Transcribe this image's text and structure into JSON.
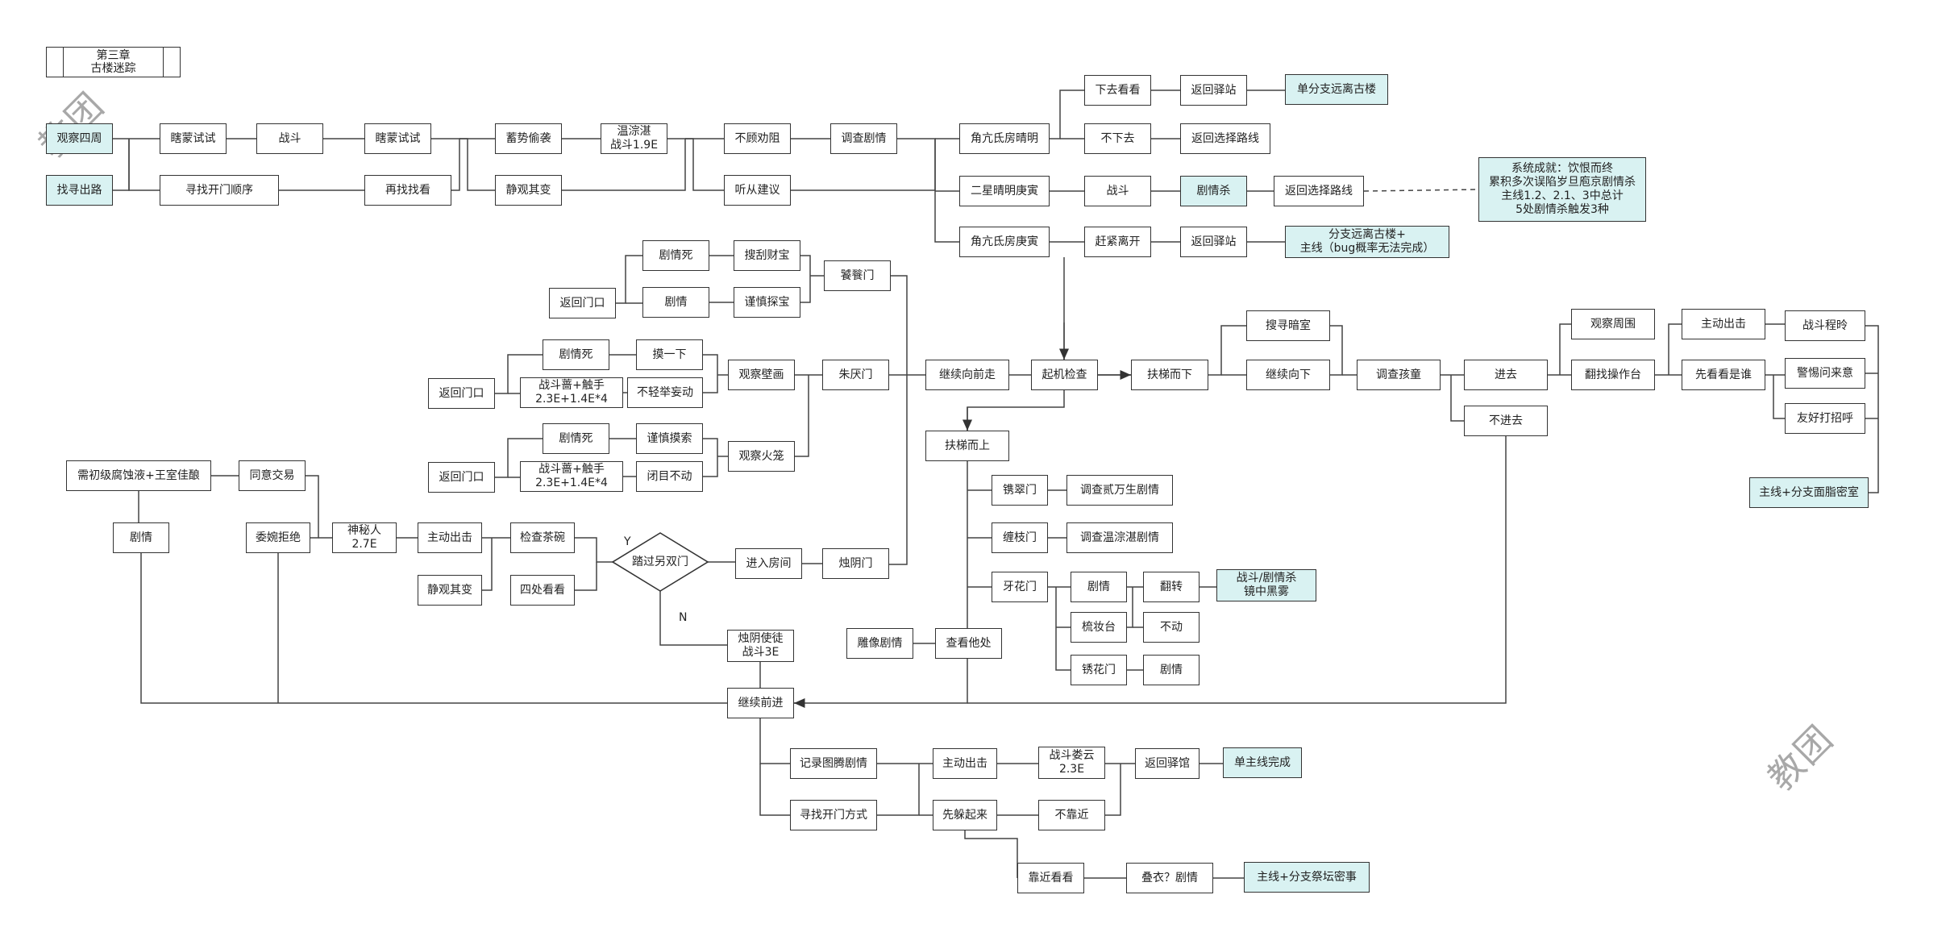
{
  "title": "第三章\n古楼迷踪",
  "watermark": "教团",
  "nodes": {
    "guancha": "观察四周",
    "zhaoxun": "找寻出路",
    "mengA": "瞎蒙试试",
    "zhandou1": "战斗",
    "mengB": "瞎蒙试试",
    "xunzhao": "寻找开门顺序",
    "zaizhao": "再找找看",
    "xushi": "蓄势偷袭",
    "wenzong": "温淙湛\n战斗1.9E",
    "jingguan1": "静观其变",
    "bugu": "不顾劝阻",
    "tingcong": "听从建议",
    "diaocha1": "调查剧情",
    "jiaokang": "角亢氐房晴明",
    "erxing": "二星晴明庚寅",
    "jiaokang2": "角亢氐房庚寅",
    "xiaqu": "下去看看",
    "buxiaqu": "不下去",
    "zhandou2": "战斗",
    "ganjin": "赶紧离开",
    "fanhui1": "返回驿站",
    "fanhui2": "返回选择路线",
    "jqs1": "剧情杀",
    "fanhui3": "返回选择路线",
    "fanhui4": "返回驿站",
    "dan": "单分支远离古楼",
    "fenzhi": "分支远离古楼+\n主线（bug概率无法完成）",
    "system": "系统成就：饮恨而终\n累积多次误陷岁旦庖京剧情杀\n主线1.2、2.1、3中总计\n5处剧情杀触发3种",
    "jqsi1": "剧情死",
    "jq1": "剧情",
    "fhmk1": "返回门口",
    "souguan": "搜刮财宝",
    "jinshen": "谨慎探宝",
    "tiecan": "饕餮门",
    "jqsi2": "剧情死",
    "zdc1": "战斗蔷+触手\n2.3E+1.4E*4",
    "fhmk2": "返回门口",
    "moyi": "摸一下",
    "buqing": "不轻举妄动",
    "guanbi": "观察壁画",
    "zhuyan": "朱厌门",
    "jqsi3": "剧情死",
    "zdc2": "战斗蔷+触手\n2.3E+1.4E*4",
    "fhmk3": "返回门口",
    "jinshen2": "谨慎摸索",
    "bimu": "闭目不动",
    "guanhuo": "观察火笼",
    "jixu1": "继续向前走",
    "qiji": "起机检查",
    "futi": "扶梯而下",
    "souxun": "搜寻暗室",
    "jixuxia": "继续向下",
    "diaochahai": "调查孩童",
    "jinqu": "进去",
    "bujinqu": "不进去",
    "guanzhou": "观察周围",
    "fanzhao": "翻找操作台",
    "zhudong1": "主动出击",
    "xiankan": "先看看是谁",
    "zhanling": "战斗程昤",
    "jingti": "警惕问来意",
    "youhao": "友好打招呼",
    "zhumian": "主线+分支面脂密室",
    "futishang": "扶梯而上",
    "tongcui": "镌翠门",
    "chanzhi": "缠枝门",
    "yahua": "牙花门",
    "diaowan": "调查贰万生剧情",
    "diaowen": "调查温淙湛剧情",
    "jq2": "剧情",
    "shuzhuang": "梳妆台",
    "xiuhua": "锈花门",
    "fanzhuan": "翻转",
    "budong": "不动",
    "jq3": "剧情",
    "jingzhong": "战斗/剧情杀\n镜中黑雾",
    "diaoxiang": "雕像剧情",
    "chakan": "查看他处",
    "xuyao": "需初级腐蚀液+王室佳酿",
    "tongyi": "同意交易",
    "jq4": "剧情",
    "weiwan": "委婉拒绝",
    "shenmi": "神秘人\n2.7E",
    "zhudong2": "主动出击",
    "jingguan2": "静观其变",
    "jiancha": "检查茶碗",
    "sichu": "四处看看",
    "taguo": "踏过另双门",
    "jinru": "进入房间",
    "zhuyin": "烛阴门",
    "zhuyinshi": "烛阴使徒\n战斗3E",
    "jixuqian": "继续前进",
    "jilu": "记录图腾剧情",
    "xunzhaokai": "寻找开门方式",
    "zhudong3": "主动出击",
    "xianduo": "先躲起来",
    "zdlouyun": "战斗娄云\n2.3E",
    "bukaojin": "不靠近",
    "fanhuiyi": "返回驿馆",
    "danzhu": "单主线完成",
    "kaojin": "靠近看看",
    "dieyi": "叠衣？剧情",
    "zhuji": "主线+分支祭坛密事"
  },
  "labels": {
    "yes": "Y",
    "no": "N"
  }
}
